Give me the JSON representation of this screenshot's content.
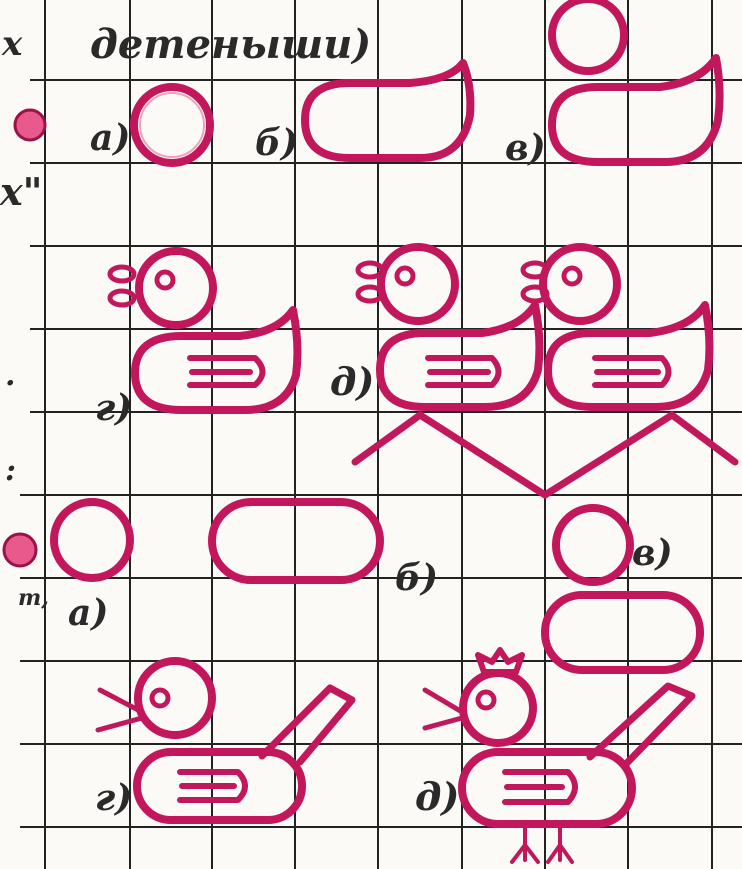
{
  "heading": {
    "prefix": "x",
    "title": "детеныши)"
  },
  "side_fragments": {
    "quote": "x\"",
    "period": ".",
    "colon": ":",
    "comma_t": "т,"
  },
  "labels": {
    "a": "а)",
    "b": "б)",
    "v": "в)",
    "g": "г)",
    "d": "д)"
  },
  "colors": {
    "pink": "#e85a8c",
    "outline": "#c2185b",
    "grid": "#222222"
  }
}
